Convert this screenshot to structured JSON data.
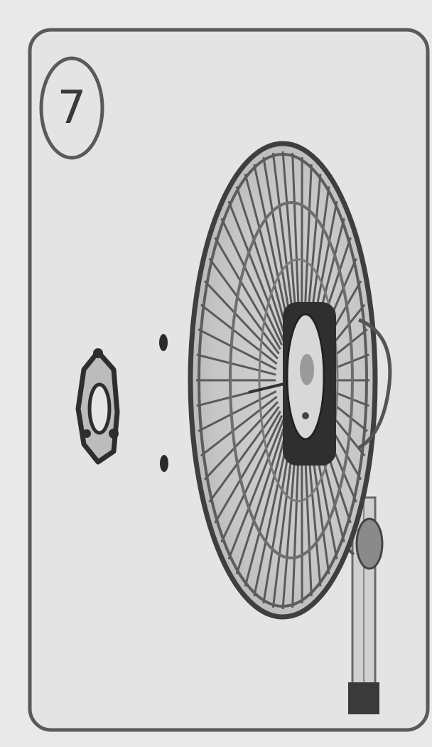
{
  "step": {
    "number": "7"
  },
  "colors": {
    "background": "#e9e9e9",
    "panel": "#e3e3e3",
    "line": "#5a5a5a",
    "dark": "#2f2f2f"
  },
  "icons": [
    "step-number-circle",
    "nut-icon",
    "screw-icon",
    "fan-guard",
    "fan-motor-hub",
    "fan-stand-pole"
  ]
}
